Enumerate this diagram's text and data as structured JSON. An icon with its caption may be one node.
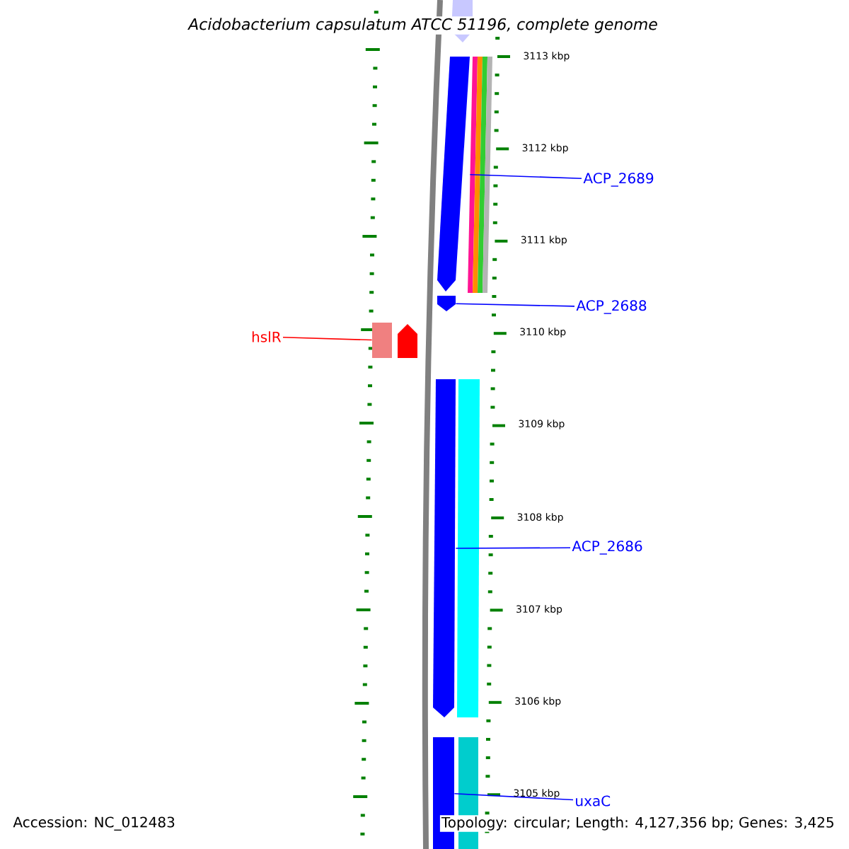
{
  "diagram": {
    "title": "Acidobacterium capsulatum ATCC 51196, complete genome",
    "nodes": [
      {
        "text": [
          "ACP_2689"
        ]
      },
      {
        "text": [],
        "shape": "bar"
      },
      {
        "text": [
          "ACP_2688"
        ]
      },
      {
        "text": [],
        "shape": "bar"
      },
      {
        "text": [
          "hslR"
        ]
      },
      {
        "text": [],
        "shape": "bar"
      },
      {
        "text": [],
        "shape": "bar"
      },
      {
        "text": [
          "ACP_2686"
        ]
      },
      {
        "text": [],
        "shape": "bar"
      },
      {
        "text": [
          "uxaC"
        ]
      },
      {
        "text": [],
        "shape": "bar"
      }
    ],
    "edges": [
      {
        "from": 0,
        "to": 1,
        "arrow": "none"
      },
      {
        "from": 2,
        "to": 3,
        "arrow": "none"
      },
      {
        "from": 4,
        "to": 5,
        "arrow": "none",
        "color": "#ff0000"
      },
      {
        "from": 7,
        "to": 8,
        "arrow": "none"
      },
      {
        "from": 9,
        "to": 10,
        "arrow": "none"
      }
    ],
    "labels": [
      "3113 kbp",
      "3112 kbp",
      "3111 kbp",
      "3110 kbp",
      "3109 kbp",
      "3108 kbp",
      "3107 kbp",
      "3106 kbp",
      "3105 kbp",
      "Accession: NC_012483",
      "Topology: circular; Length: 4,127,356 bp; Genes: 3,425"
    ]
  }
}
